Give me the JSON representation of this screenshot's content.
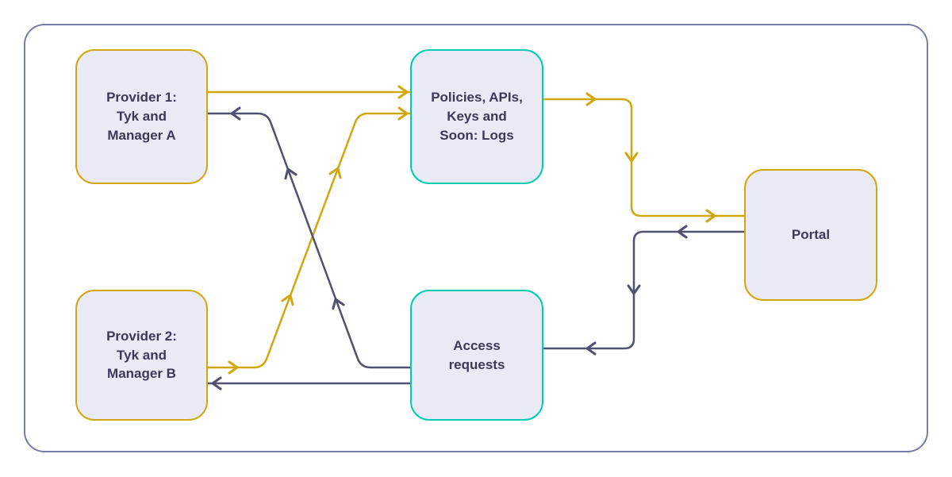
{
  "title": "Tyk providers, portal and access flow diagram",
  "colors": {
    "yellow": "#d2a70e",
    "teal": "#00cdb0",
    "dark": "#50506f",
    "frame": "#7b7ba8",
    "node_fill": "#eaeaf6",
    "text": "#3a3a57"
  },
  "nodes": {
    "provider1": {
      "label": "Provider 1:\nTyk and\nManager A",
      "border": "yellow"
    },
    "provider2": {
      "label": "Provider 2:\nTyk and\nManager B",
      "border": "yellow"
    },
    "policies": {
      "label": "Policies, APIs,\nKeys and\nSoon: Logs",
      "border": "teal"
    },
    "access": {
      "label": "Access\nrequests",
      "border": "teal"
    },
    "portal": {
      "label": "Portal",
      "border": "yellow"
    }
  },
  "edges": [
    {
      "id": "provider1-to-policies",
      "from": "provider1",
      "to": "policies",
      "color": "yellow"
    },
    {
      "id": "provider2-to-policies",
      "from": "provider2",
      "to": "policies",
      "color": "yellow"
    },
    {
      "id": "policies-to-portal",
      "from": "policies",
      "to": "portal",
      "color": "yellow"
    },
    {
      "id": "access-to-provider1",
      "from": "access",
      "to": "provider1",
      "color": "dark"
    },
    {
      "id": "access-to-provider2",
      "from": "access",
      "to": "provider2",
      "color": "dark"
    },
    {
      "id": "portal-to-access",
      "from": "portal",
      "to": "access",
      "color": "dark"
    }
  ]
}
